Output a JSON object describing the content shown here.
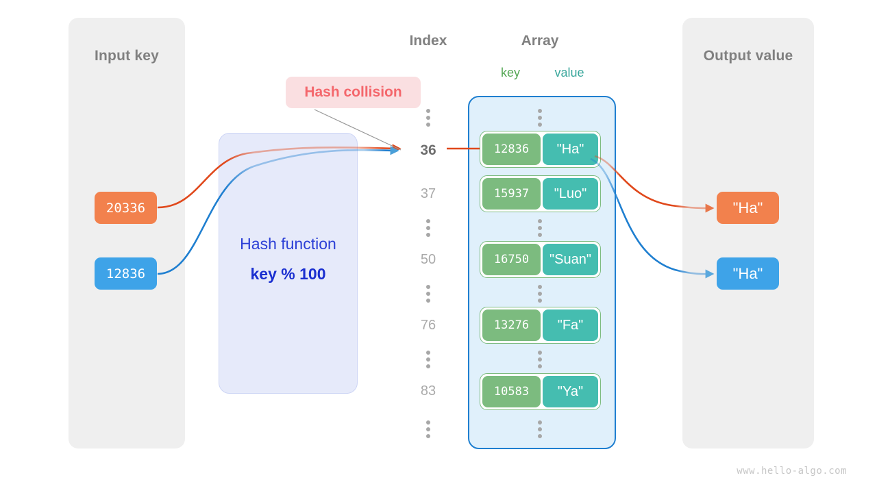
{
  "panels": {
    "input": {
      "title": "Input key"
    },
    "output": {
      "title": "Output value"
    }
  },
  "headers": {
    "index": "Index",
    "array": "Array",
    "key": "key",
    "value": "value"
  },
  "hash_function": {
    "label": "Hash function",
    "formula": "key % 100"
  },
  "annotation": {
    "collision": "Hash collision"
  },
  "input_keys": [
    {
      "value": "20336",
      "color": "#f2814d"
    },
    {
      "value": "12836",
      "color": "#3ea3e8"
    }
  ],
  "output_values": [
    {
      "value": "\"Ha\"",
      "color": "#f2814d"
    },
    {
      "value": "\"Ha\"",
      "color": "#3ea3e8"
    }
  ],
  "indices": [
    {
      "label": "36",
      "active": true
    },
    {
      "label": "37",
      "active": false
    },
    {
      "label": "50",
      "active": false
    },
    {
      "label": "76",
      "active": false
    },
    {
      "label": "83",
      "active": false
    }
  ],
  "buckets": [
    {
      "key": "12836",
      "value": "\"Ha\""
    },
    {
      "key": "15937",
      "value": "\"Luo\""
    },
    {
      "key": "16750",
      "value": "\"Suan\""
    },
    {
      "key": "13276",
      "value": "\"Fa\""
    },
    {
      "key": "10583",
      "value": "\"Ya\""
    }
  ],
  "watermark": "www.hello-algo.com",
  "colors": {
    "orange": "#f2814d",
    "orange_arrow": "#e0481b",
    "blue": "#3ea3e8",
    "blue_arrow": "#1f7fd0",
    "green_key": "#7cbb7f",
    "teal_value": "#45bdb0",
    "panel_gray": "#efefef",
    "hash_box": "#e6eafa",
    "hash_text": "#2c40d6",
    "collision_bg": "#fadfe1",
    "collision_text": "#f4676c",
    "array_fill": "#e0f0fb",
    "array_border": "#1f7fd0",
    "index_text": "#aaaaaa",
    "index_active": "#6e6e6e",
    "header_text": "#808080"
  }
}
